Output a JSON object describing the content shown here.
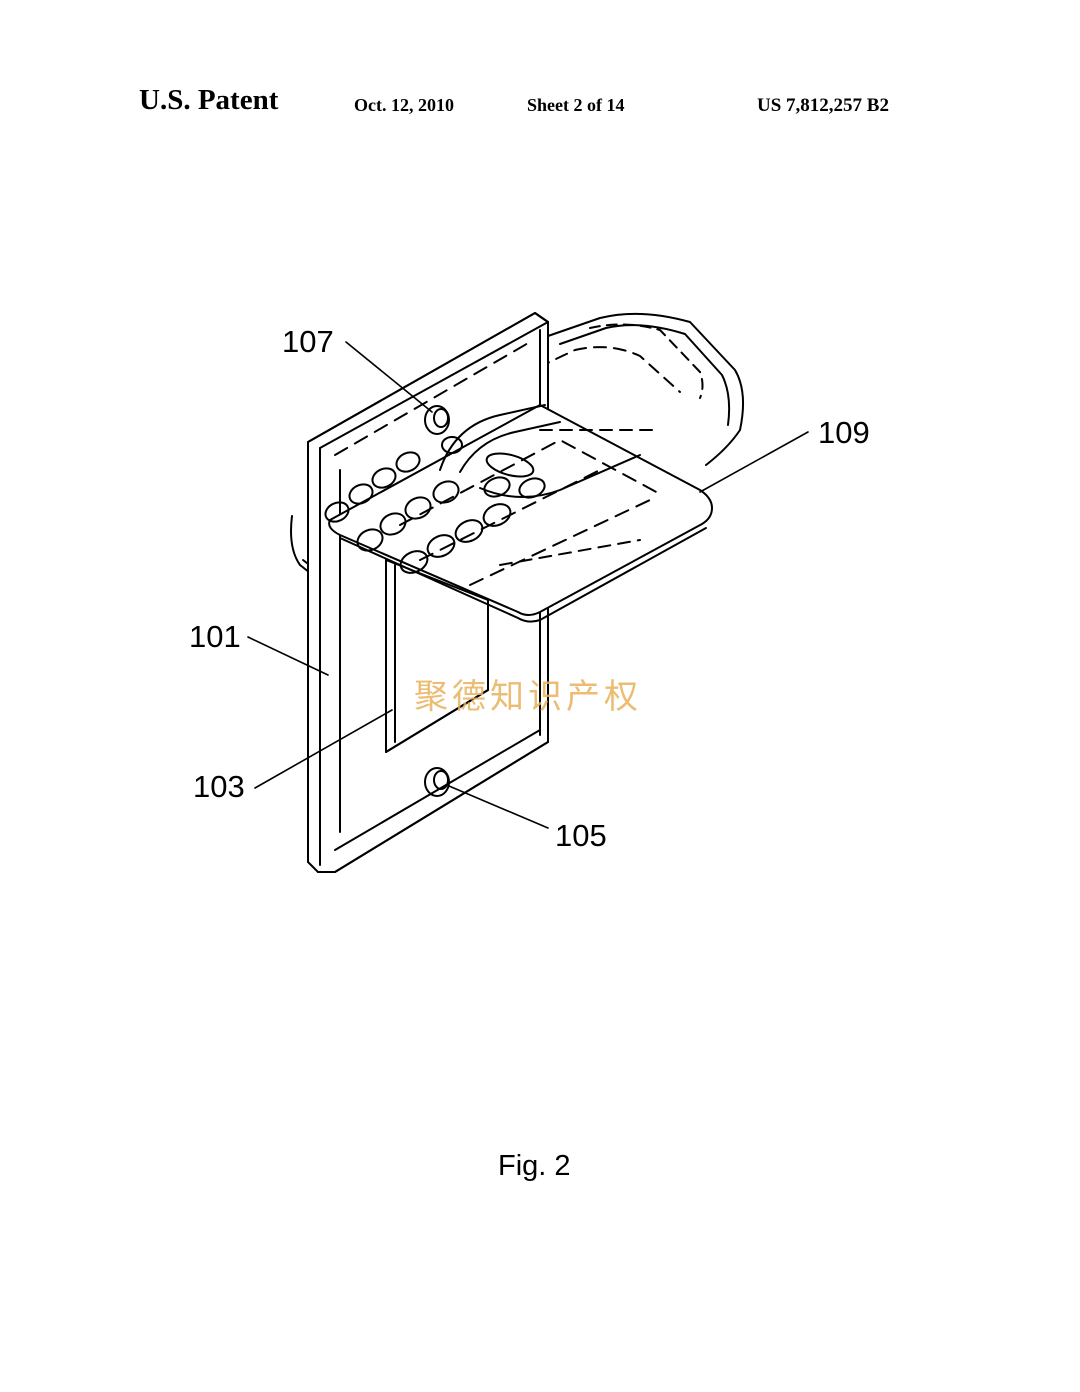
{
  "header": {
    "title": "U.S. Patent",
    "date": "Oct. 12, 2010",
    "sheet": "Sheet 2 of 14",
    "patent_number": "US 7,812,257 B2"
  },
  "figure": {
    "label": "Fig. 2",
    "reference_numerals": {
      "r107": "107",
      "r109": "109",
      "r101": "101",
      "r103": "103",
      "r105": "105"
    }
  },
  "watermark": {
    "text": "聚德知识产权",
    "color": "#e8b15a"
  }
}
